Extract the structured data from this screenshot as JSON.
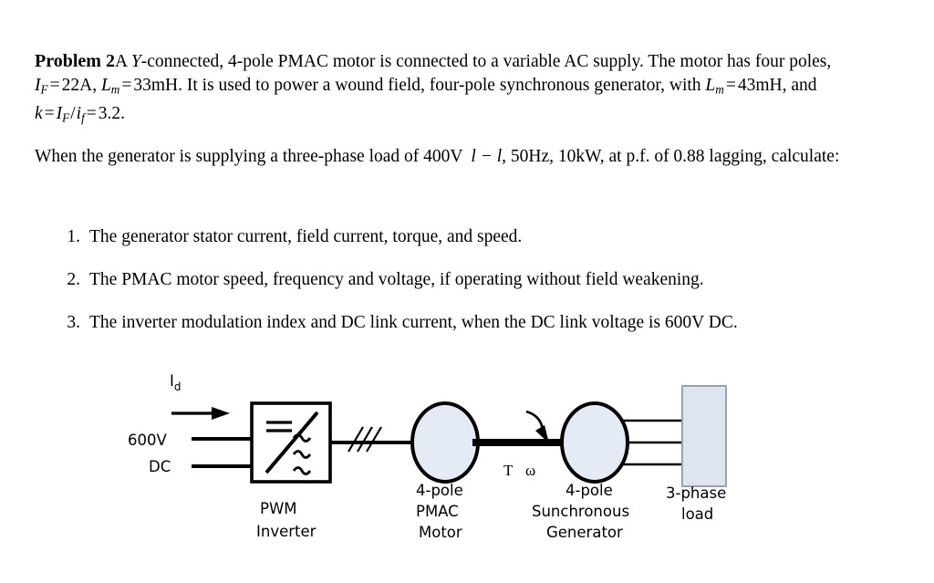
{
  "document": {
    "problem_label": "Problem 2",
    "paragraph1": {
      "t1": "A ",
      "Y": "Y",
      "t2": "-connected, 4-pole PMAC motor is connected to a variable AC supply. The motor has four poles, ",
      "IF_sym": "I",
      "IF_sub": "F",
      "eq1": "=",
      "IF_val": "22A",
      "comma1": ", ",
      "Lm_sym": "L",
      "Lm_sub": "m",
      "eq2": "=",
      "Lm_val": "33mH",
      "t3": ". It is used to power a wound field, four-pole synchronous generator, with ",
      "Lm2_sym": "L",
      "Lm2_sub": "m",
      "eq3": "=",
      "Lm2_val": "43mH",
      "t4": ", and ",
      "k_sym": "k",
      "eq4": "=",
      "k_num_sym": "I",
      "k_num_sub": "F",
      "slash": "/",
      "k_den_sym": "i",
      "k_den_sub": "f",
      "eq5": "=",
      "k_val": "3.2",
      "period": "."
    },
    "paragraph2": {
      "t1": "When the generator is supplying a three-phase load of ",
      "v1": "400V",
      "ll": "l − l",
      "comma1": ", ",
      "v2": "50Hz",
      "comma2": ", ",
      "v3": "10kW",
      "t2": ", at p.f. of 0.88 lagging, calculate:"
    },
    "questions": [
      {
        "num": "1.",
        "text": "The generator stator current, field current, torque, and speed."
      },
      {
        "num": "2.",
        "text": "The PMAC motor speed, frequency and voltage, if operating without field weakening."
      },
      {
        "num": "3.",
        "parts": {
          "t1": "The inverter modulation index and DC link current, when the DC link voltage is ",
          "v": "600V",
          "t2": " DC."
        }
      }
    ]
  },
  "diagram": {
    "id_label": {
      "base": "I",
      "sub": "d"
    },
    "dc_supply_line1": "600V",
    "dc_supply_line2": "DC",
    "inverter_symbol_dc": "=",
    "inverter_symbol_ac": "~",
    "inverter_caption_line1": "PWM",
    "inverter_caption_line2": "Inverter",
    "motor_caption_line1": "4-pole",
    "motor_caption_line2": "PMAC",
    "motor_caption_line3": "Motor",
    "shaft_torque_label": "T",
    "shaft_speed_label": "ω",
    "generator_caption_line1": "4-pole",
    "generator_caption_line2": "Sunchronous",
    "generator_caption_line3": "Generator",
    "load_caption_line1": "3-phase",
    "load_caption_line2": "load",
    "colors": {
      "machine_fill": "#e4ebf5",
      "load_fill": "#dce5f0",
      "stroke": "#000000",
      "load_stroke": "#9aa4b0",
      "page_background": "#ffffff"
    }
  }
}
